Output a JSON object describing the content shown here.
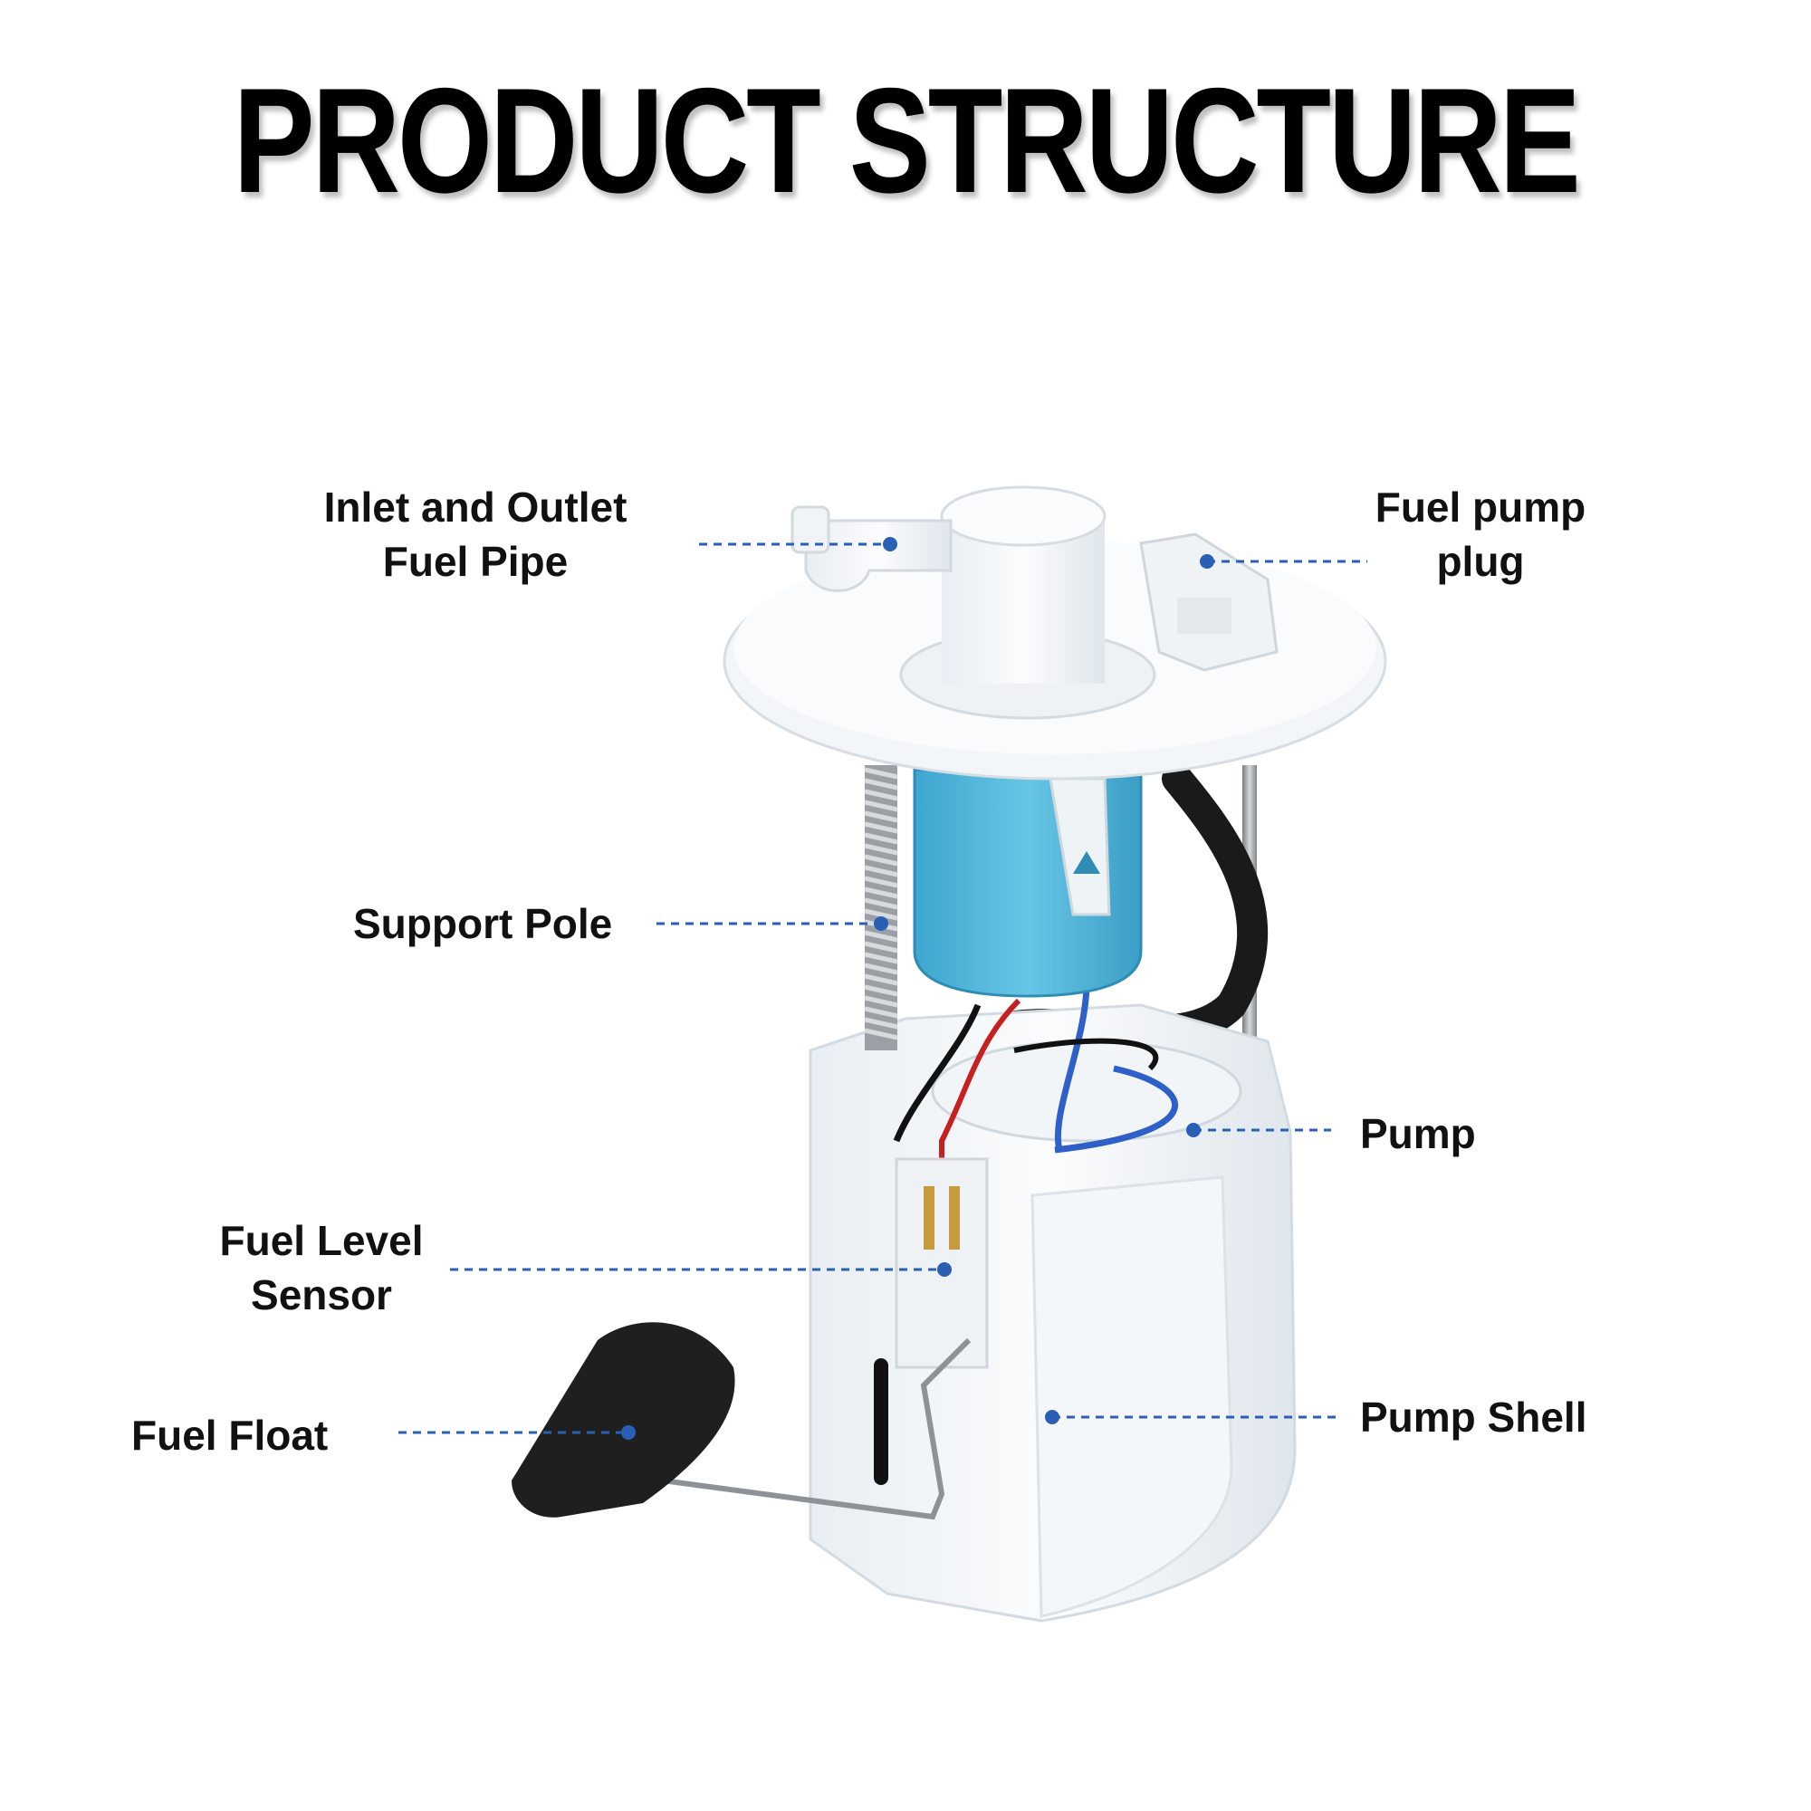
{
  "title": "PRODUCT STRUCTURE",
  "colors": {
    "leader": "#2a5fb6",
    "title": "#000000",
    "label": "#111111",
    "pump_blue": "#4fb8dc",
    "float": "#222222"
  },
  "labels": {
    "inlet_outlet": {
      "lines": [
        "Inlet and Outlet",
        "Fuel Pipe"
      ]
    },
    "pump_plug": {
      "lines": [
        "Fuel pump",
        "plug"
      ]
    },
    "support_pole": {
      "lines": [
        "Support Pole"
      ]
    },
    "pump": {
      "lines": [
        "Pump"
      ]
    },
    "fuel_level_sensor": {
      "lines": [
        "Fuel Level",
        "Sensor"
      ]
    },
    "fuel_float": {
      "lines": [
        "Fuel Float"
      ]
    },
    "pump_shell": {
      "lines": [
        "Pump Shell"
      ]
    }
  }
}
